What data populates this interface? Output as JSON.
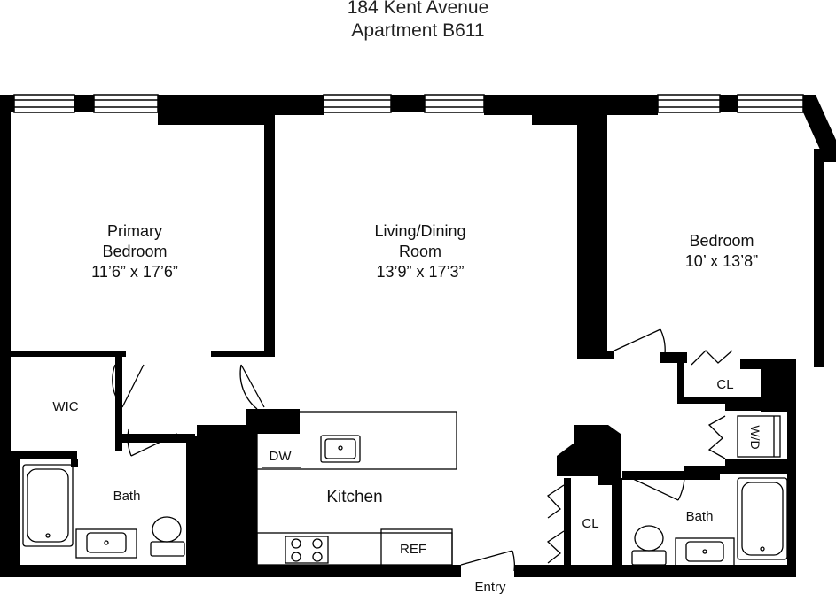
{
  "header": {
    "address": "184 Kent Avenue",
    "unit": "Apartment B611"
  },
  "rooms": {
    "primary_bedroom": {
      "line1": "Primary",
      "line2": "Bedroom",
      "dims": "11’6” x 17’6”"
    },
    "living_dining": {
      "line1": "Living/Dining",
      "line2": "Room",
      "dims": "13’9” x 17’3”"
    },
    "bedroom": {
      "line1": "Bedroom",
      "dims": "10’ x 13’8”"
    },
    "wic": "WIC",
    "bath_left": "Bath",
    "bath_right": "Bath",
    "kitchen": "Kitchen",
    "dw": "DW",
    "ref": "REF",
    "cl_top": "CL",
    "cl_mid": "CL",
    "wd": "W/D",
    "entry": "Entry"
  },
  "colors": {
    "wall": "#000000",
    "fixture": "#444444",
    "background": "#ffffff"
  }
}
